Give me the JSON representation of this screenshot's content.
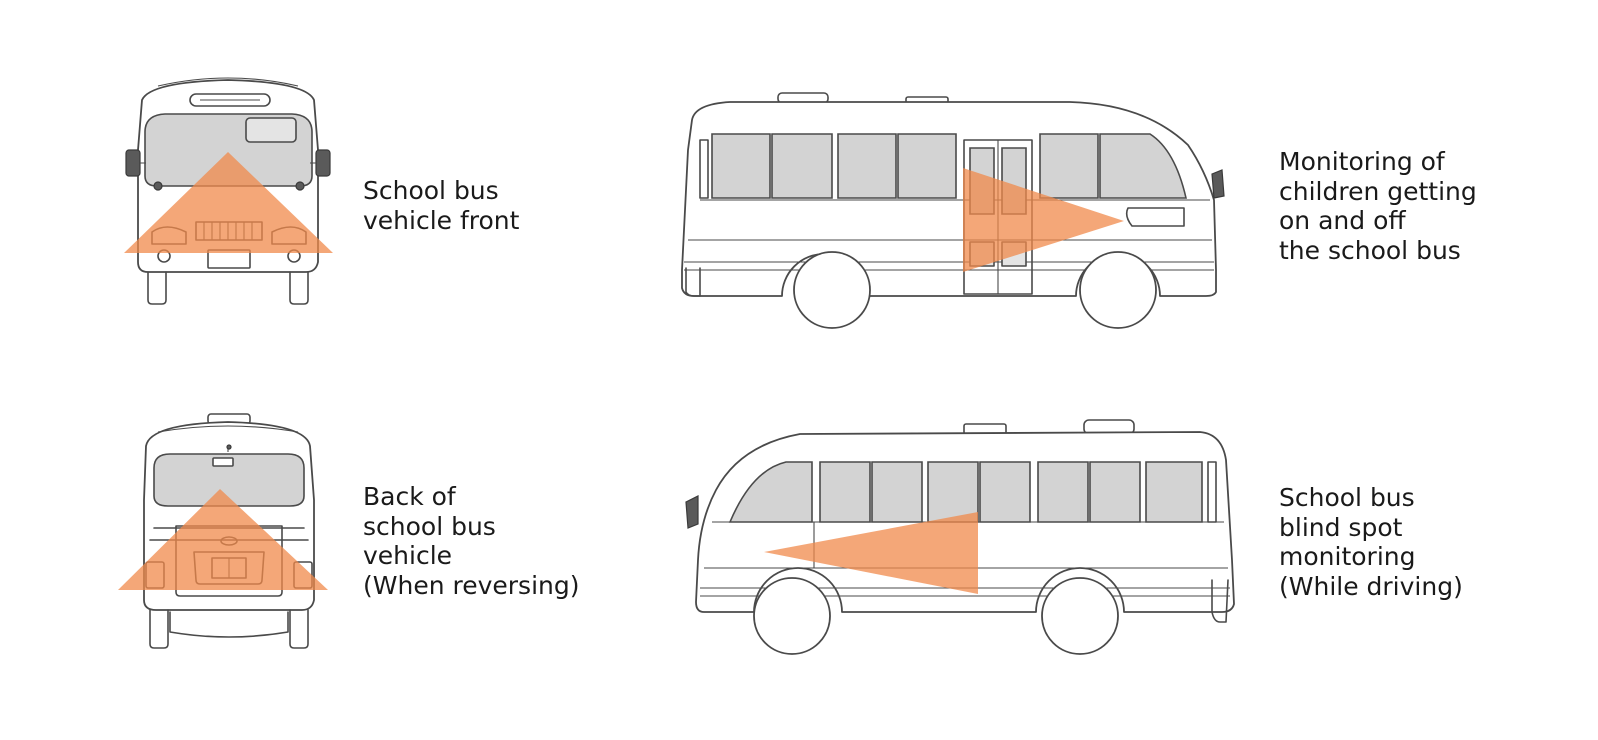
{
  "colors": {
    "fov": "#f08a4b",
    "window": "#d3d3d3",
    "outline": "#4a4a4a",
    "text": "#1a1a1a"
  },
  "labels": {
    "front": [
      "School bus",
      "vehicle front"
    ],
    "side_door": [
      "Monitoring of",
      "children getting",
      "on and off",
      "the school bus"
    ],
    "back": [
      "Back of",
      "school bus",
      "vehicle",
      "(When reversing)"
    ],
    "side_blind": [
      "School bus",
      "blind spot",
      "monitoring",
      "(While driving)"
    ]
  }
}
